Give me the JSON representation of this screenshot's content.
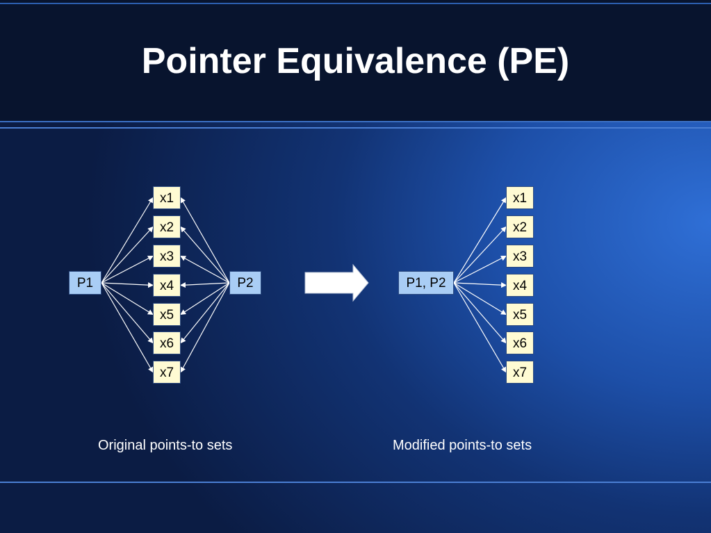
{
  "slide": {
    "title": "Pointer Equivalence (PE)"
  },
  "left_diagram": {
    "p1_label": "P1",
    "p2_label": "P2",
    "targets": [
      "x1",
      "x2",
      "x3",
      "x4",
      "x5",
      "x6",
      "x7"
    ],
    "caption": "Original points-to sets"
  },
  "right_diagram": {
    "merged_label": "P1, P2",
    "targets": [
      "x1",
      "x2",
      "x3",
      "x4",
      "x5",
      "x6",
      "x7"
    ],
    "caption": "Modified points-to sets"
  },
  "colors": {
    "target_fill": "#fffbd3",
    "pointer_fill": "#a9cdf5",
    "edge": "#ffffff"
  }
}
